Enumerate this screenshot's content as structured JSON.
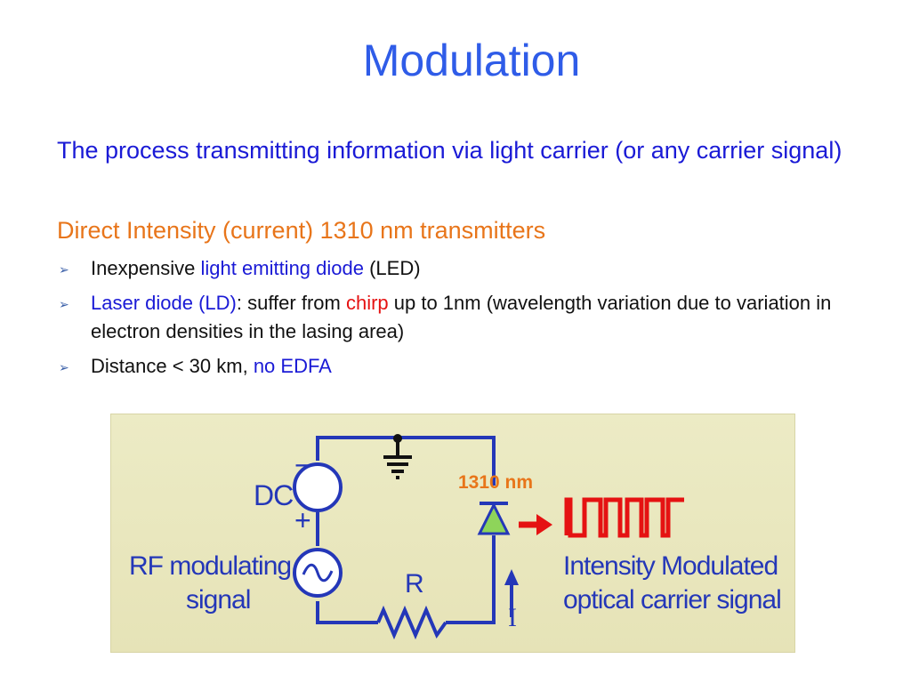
{
  "title": "Modulation",
  "intro": "The process transmitting information via light carrier (or any carrier signal)",
  "subheading": "Direct Intensity (current) 1310 nm transmitters",
  "bullets": {
    "b1": {
      "text1": "Inexpensive ",
      "link": "light emitting diode",
      "text2": " (LED)"
    },
    "b2": {
      "link": "Laser diode (LD)",
      "text1": ": suffer from ",
      "red": "chirp",
      "text2": " up to 1nm (wavelength variation due to variation in electron densities in the lasing area)"
    },
    "b3": {
      "text1": "Distance < 30 km, ",
      "link": "no EDFA"
    }
  },
  "bullet_marker": "➢",
  "diagram": {
    "dc_label": "DC",
    "minus": "−",
    "plus": "+",
    "rf_label_line1": "RF modulating",
    "rf_label_line2": "signal",
    "resistor_label": "R",
    "current_label": "I",
    "wavelength_label": "1310 nm",
    "output_label_line1": "Intensity Modulated",
    "output_label_line2": "optical carrier signal"
  },
  "colors": {
    "title": "#2f5ce8",
    "body_blue": "#1a1ad6",
    "orange": "#e8751a",
    "red": "#e51212",
    "circuit": "#2437b8",
    "diode": "#8ed45a"
  },
  "icons": [
    "ground-icon",
    "dc-source-icon",
    "ac-source-icon",
    "resistor-icon",
    "laser-diode-icon",
    "arrow-right-icon",
    "arrow-up-icon",
    "pulse-wave-icon"
  ]
}
